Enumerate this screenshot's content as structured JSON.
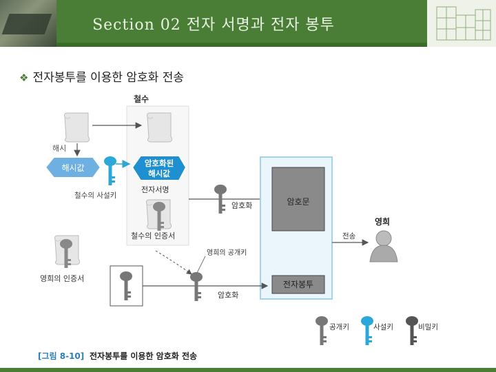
{
  "header": {
    "title": "Section 02 전자 서명과 전자 봉투"
  },
  "subtitle": "전자봉투를 이용한 암호화 전송",
  "diagram": {
    "sender": "철수",
    "hash_label": "해시",
    "hash_value": "해시값",
    "encrypted_hash_line1": "암호화된",
    "encrypted_hash_line2": "해시값",
    "signature_label": "전자서명",
    "private_key_label": "철수의 사설키",
    "sender_cert": "철수의 인증서",
    "encrypt_label_1": "암호화",
    "ciphertext": "암호문",
    "receiver": "영희",
    "transmit": "전송",
    "public_key_label": "영희의 공개키",
    "receiver_cert": "영희의 인증서",
    "encrypt_label_2": "암호화",
    "envelope": "전자봉투",
    "legend": {
      "public": "공개키",
      "private": "사설키",
      "secret": "비밀키"
    },
    "caption_prefix": "[그림 8-10]",
    "caption_text": "전자봉투를 이용한 암호화 전송"
  },
  "colors": {
    "green": "#4a7d36",
    "blue": "#2ba8d8",
    "key_gray": "#777777",
    "cipher_gray": "#8a8a8a"
  }
}
